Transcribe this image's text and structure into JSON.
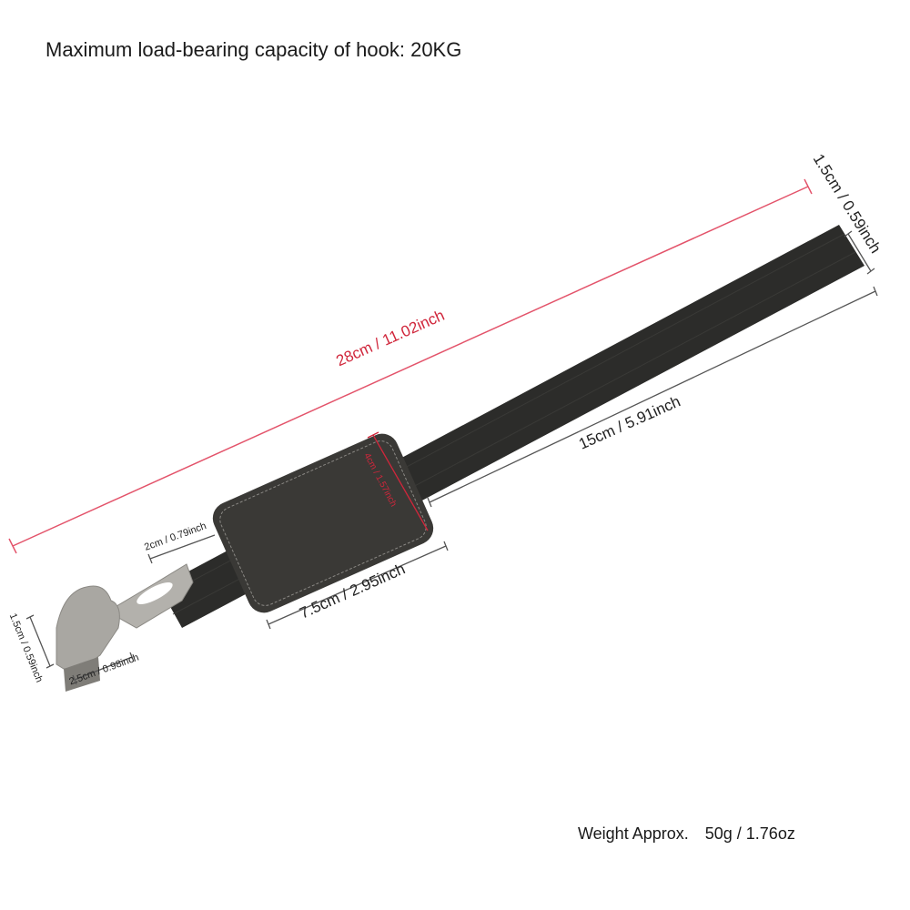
{
  "title": "Maximum load-bearing capacity of hook: 20KG",
  "weight": {
    "label": "Weight Approx.",
    "value": "50g / 1.76oz"
  },
  "dimensions": {
    "total_length": "28cm / 11.02inch",
    "strap_width": "1.5cm / 0.59inch",
    "strap_length": "15cm / 5.91inch",
    "patch_height": "4cm / 1.57inch",
    "patch_length": "7.5cm / 2.95inch",
    "strap_gap": "2cm / 0.79inch",
    "hook_height": "1.5cm / 0.59inch",
    "hook_width": "2.5cm / 0.98inch"
  },
  "colors": {
    "dimension_red": "#d0263b",
    "strap": "#2c2c2a",
    "patch": "#3a3936",
    "metal": "#a9a7a2"
  }
}
